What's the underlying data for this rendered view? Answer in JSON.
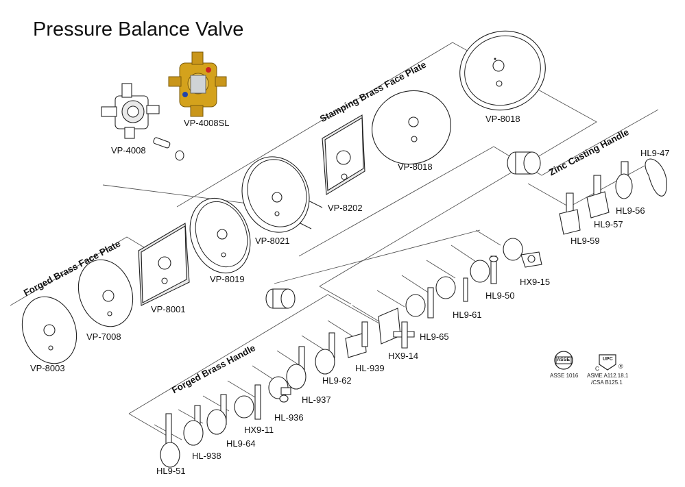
{
  "title": "Pressure Balance Valve",
  "groups": {
    "stamping": "Stamping Brass Face Plate",
    "zinc": "Zinc Casting Handle",
    "forged_plate": "Forged Brass Face Plate",
    "forged_handle": "Forged Brass Handle"
  },
  "parts": {
    "vp4008sl": "VP-4008SL",
    "vp4008": "VP-4008",
    "vp8018a": "VP-8018",
    "vp8018b": "VP-8018",
    "vp8202": "VP-8202",
    "vp8021": "VP-8021",
    "vp8019": "VP-8019",
    "vp8001": "VP-8001",
    "vp7008": "VP-7008",
    "vp8003": "VP-8003",
    "hl947": "HL9-47",
    "hl956": "HL9-56",
    "hl957": "HL9-57",
    "hl959": "HL9-59",
    "hx915": "HX9-15",
    "hl950": "HL9-50",
    "hl961": "HL9-61",
    "hl965": "HL9-65",
    "hx914": "HX9-14",
    "hl939": "HL-939",
    "hl962": "HL9-62",
    "hl937": "HL-937",
    "hl936": "HL-936",
    "hx911": "HX9-11",
    "hl964": "HL9-64",
    "hl938": "HL-938",
    "hl951": "HL9-51"
  },
  "certifications": {
    "asse_mark": "ASSE",
    "asse": "ASSE 1016",
    "upc_mark": "UPC",
    "upc_c": "C",
    "upc_r": "®",
    "asme1": "ASME A112.18.1",
    "asme2": "/CSA B125.1"
  },
  "colors": {
    "brass": "#d4a21c",
    "outline": "#222222"
  }
}
